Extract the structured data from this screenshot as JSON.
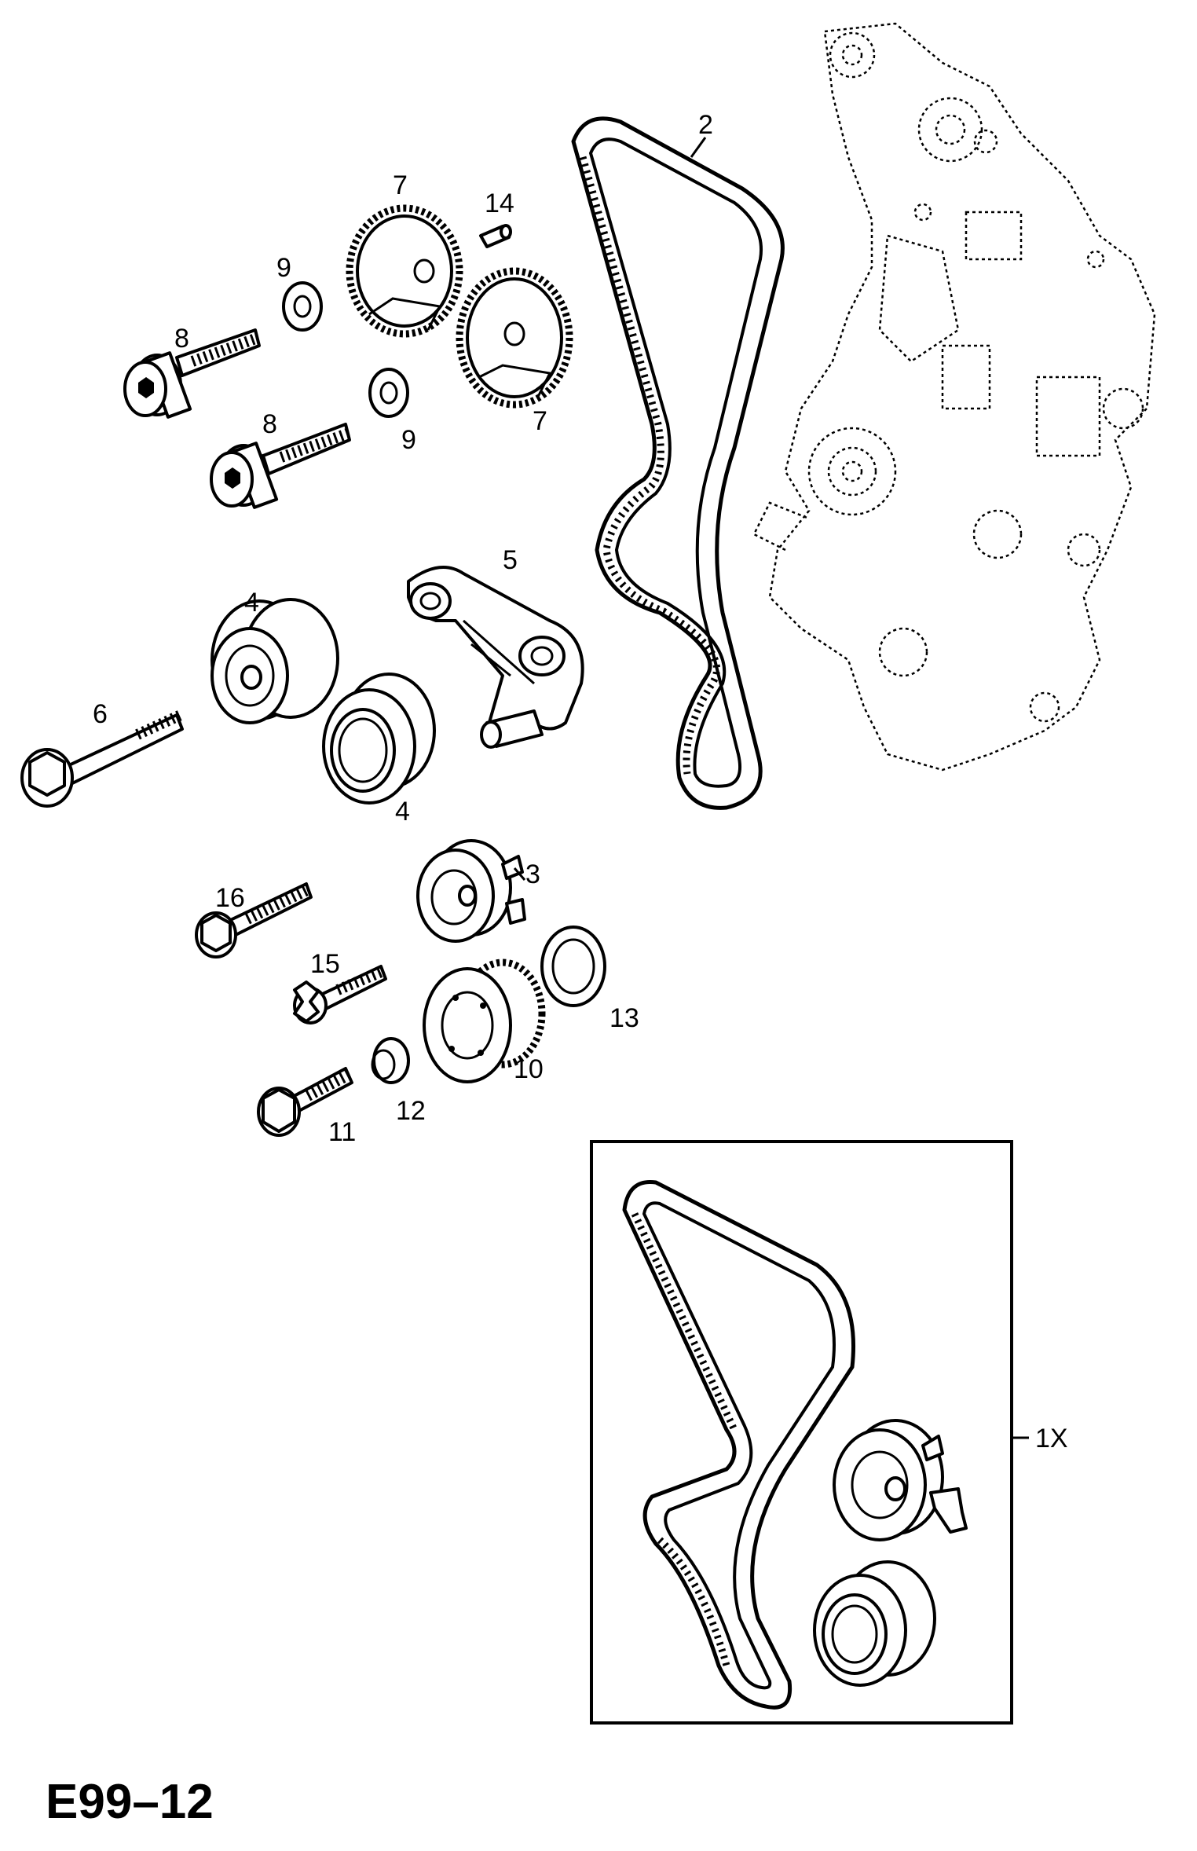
{
  "diagram_code": "E99–12",
  "callouts": {
    "c1x": "1X",
    "c2": "2",
    "c3": "3",
    "c4a": "4",
    "c4b": "4",
    "c5": "5",
    "c6": "6",
    "c7a": "7",
    "c7b": "7",
    "c8a": "8",
    "c8b": "8",
    "c9a": "9",
    "c9b": "9",
    "c10": "10",
    "c11": "11",
    "c12": "12",
    "c13": "13",
    "c14": "14",
    "c15": "15",
    "c16": "16"
  }
}
